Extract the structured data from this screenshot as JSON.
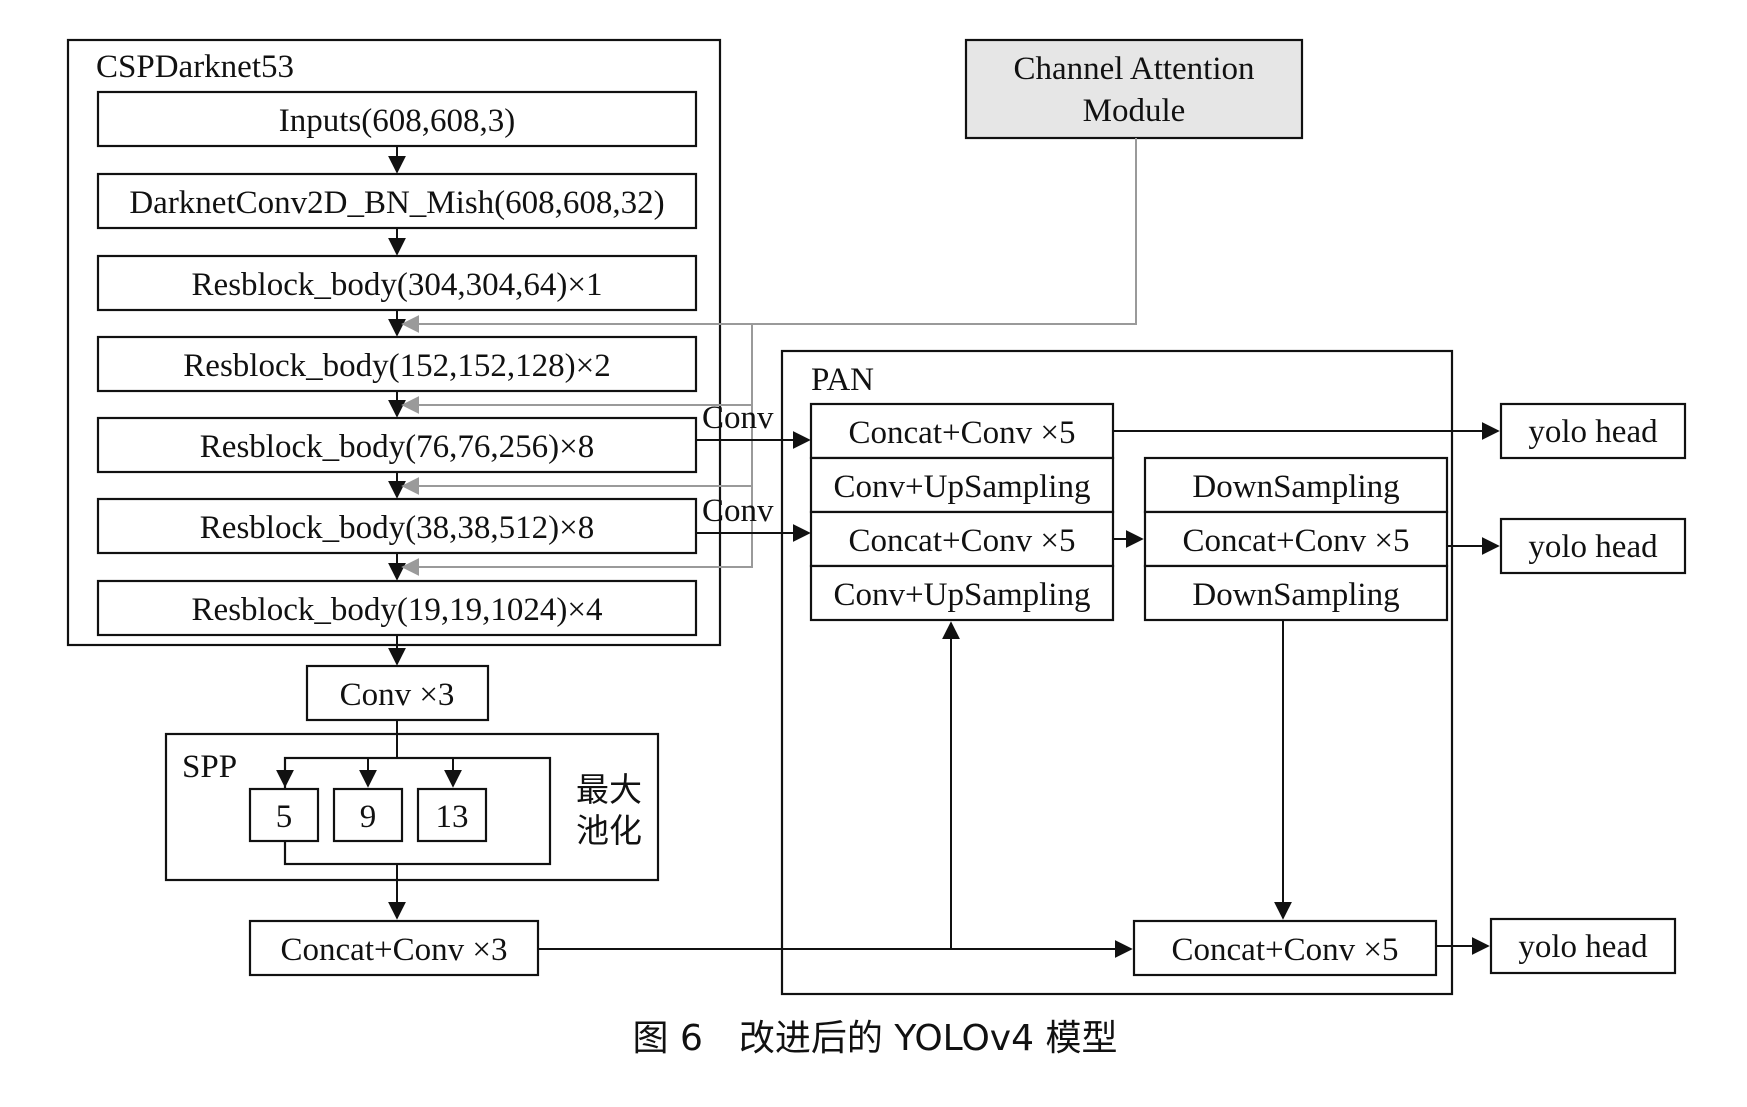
{
  "backbone": {
    "title": "CSPDarknet53",
    "layers": [
      "Inputs(608,608,3)",
      "DarknetConv2D_BN_Mish(608,608,32)",
      "Resblock_body(304,304,64)×1",
      "Resblock_body(152,152,128)×2",
      "Resblock_body(76,76,256)×8",
      "Resblock_body(38,38,512)×8",
      "Resblock_body(19,19,1024)×4"
    ]
  },
  "attention": {
    "line1": "Channel Attention",
    "line2": "Module"
  },
  "conv3": "Conv ×3",
  "spp": {
    "title": "SPP",
    "pools": [
      "5",
      "9",
      "13"
    ],
    "pool_label_line1": "最大",
    "pool_label_line2": "池化"
  },
  "concat3": "Concat+Conv ×3",
  "conv_labels": [
    "Conv",
    "Conv"
  ],
  "pan": {
    "title": "PAN",
    "left_stack": [
      "Concat+Conv ×5",
      "Conv+UpSampling",
      "Concat+Conv ×5",
      "Conv+UpSampling"
    ],
    "right_stack": [
      "DownSampling",
      "Concat+Conv ×5",
      "DownSampling"
    ],
    "bottom": "Concat+Conv ×5"
  },
  "heads": [
    "yolo head",
    "yolo head",
    "yolo head"
  ],
  "caption": "图 6　改进后的 YOLOv4 模型",
  "colors": {
    "attention_fill": "#e6e6e6",
    "feedback_line": "#9a9a9a"
  }
}
